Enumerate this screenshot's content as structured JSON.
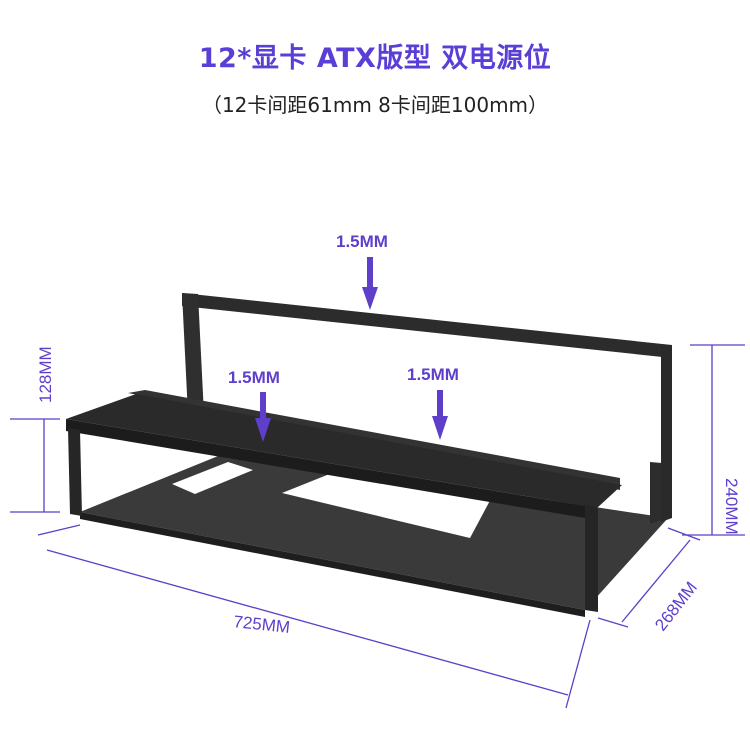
{
  "header": {
    "title": "12*显卡 ATX版型 双电源位",
    "subtitle": "（12卡间距61mm 8卡间距100mm）"
  },
  "annotations": {
    "thickness_top": "1.5MM",
    "thickness_left": "1.5MM",
    "thickness_right": "1.5MM"
  },
  "dimensions": {
    "height_left": "128MM",
    "height_right": "240MM",
    "width": "725MM",
    "depth": "268MM"
  },
  "colors": {
    "accent": "#5a3ed6",
    "frame": "#2c2c2c",
    "plate": "#333333"
  }
}
